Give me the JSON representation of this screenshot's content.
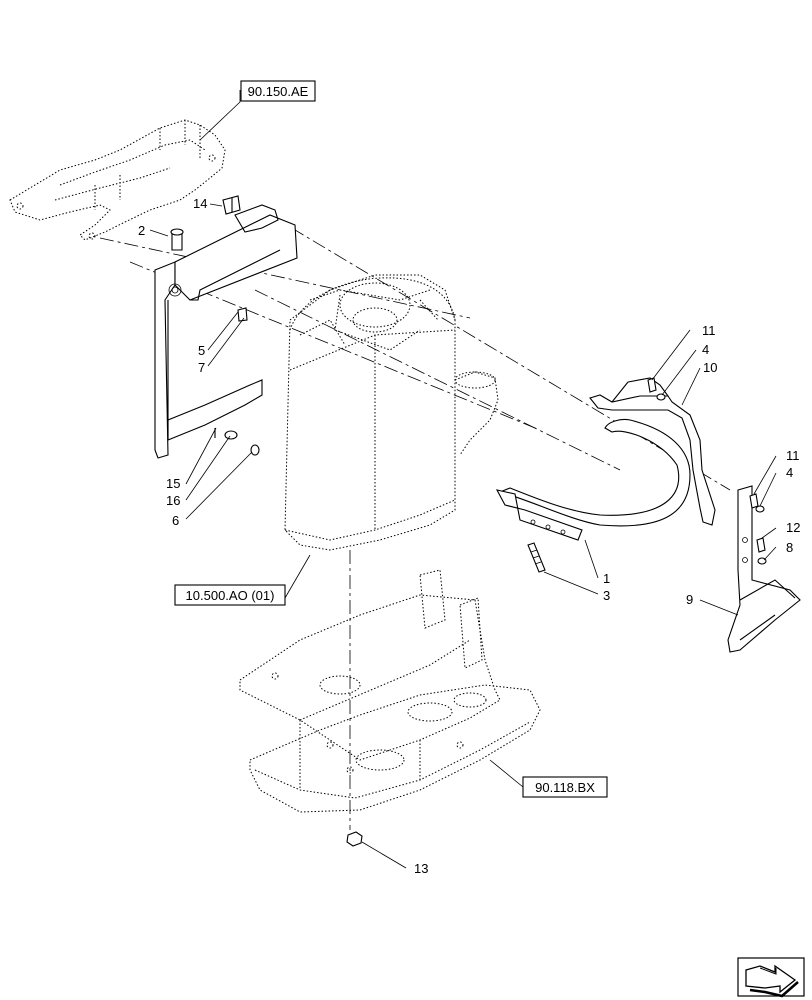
{
  "references": {
    "ref_top": "90.150.AE",
    "ref_mid": "10.500.AO (01)",
    "ref_bottom": "90.118.BX"
  },
  "callouts": {
    "c1": "1",
    "c2": "2",
    "c3": "3",
    "c4a": "4",
    "c4b": "4",
    "c5": "5",
    "c6": "6",
    "c7": "7",
    "c8": "8",
    "c9": "9",
    "c10": "10",
    "c11a": "11",
    "c11b": "11",
    "c12": "12",
    "c13": "13",
    "c14": "14",
    "c15": "15",
    "c16": "16"
  },
  "icons": {
    "nav": "navigation-arrow-icon"
  }
}
